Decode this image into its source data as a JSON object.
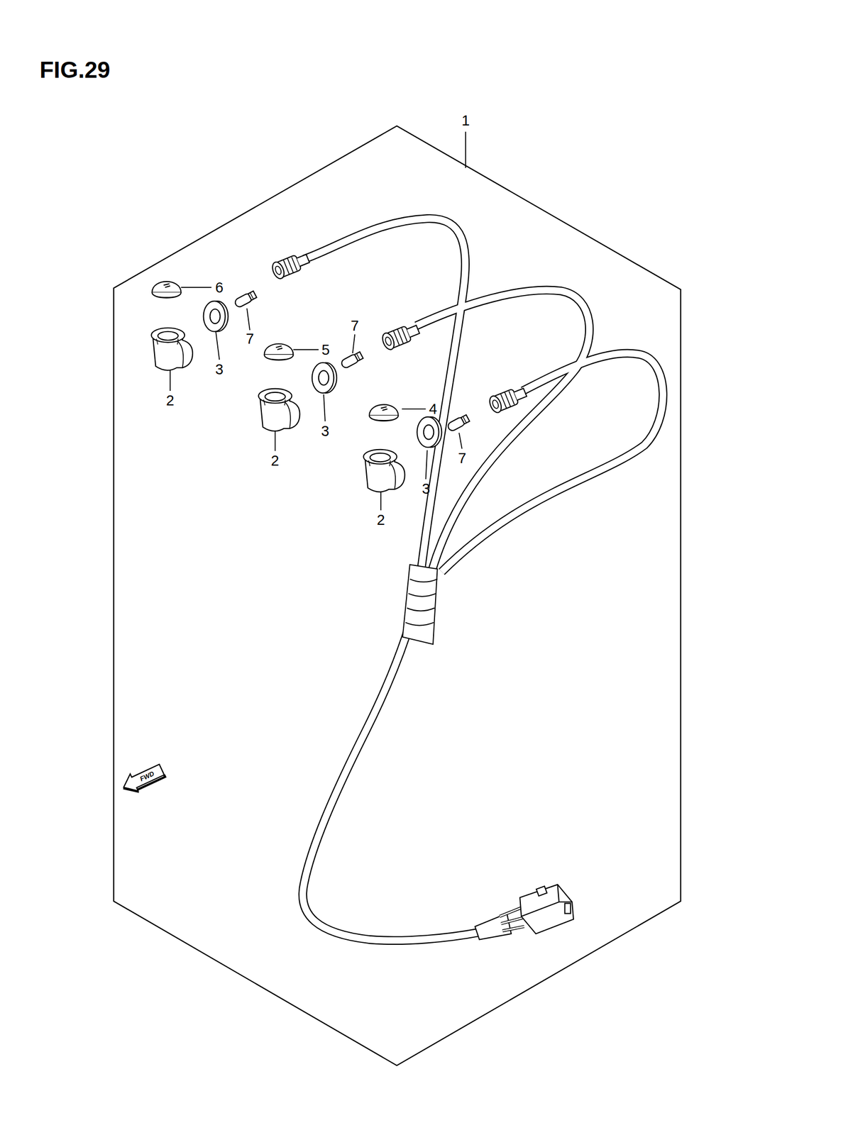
{
  "diagram": {
    "title": "FIG.29",
    "labels": [
      "1",
      "6",
      "7",
      "7",
      "5",
      "3",
      "2",
      "4",
      "3",
      "7",
      "2",
      "3",
      "2",
      "FWD"
    ]
  }
}
